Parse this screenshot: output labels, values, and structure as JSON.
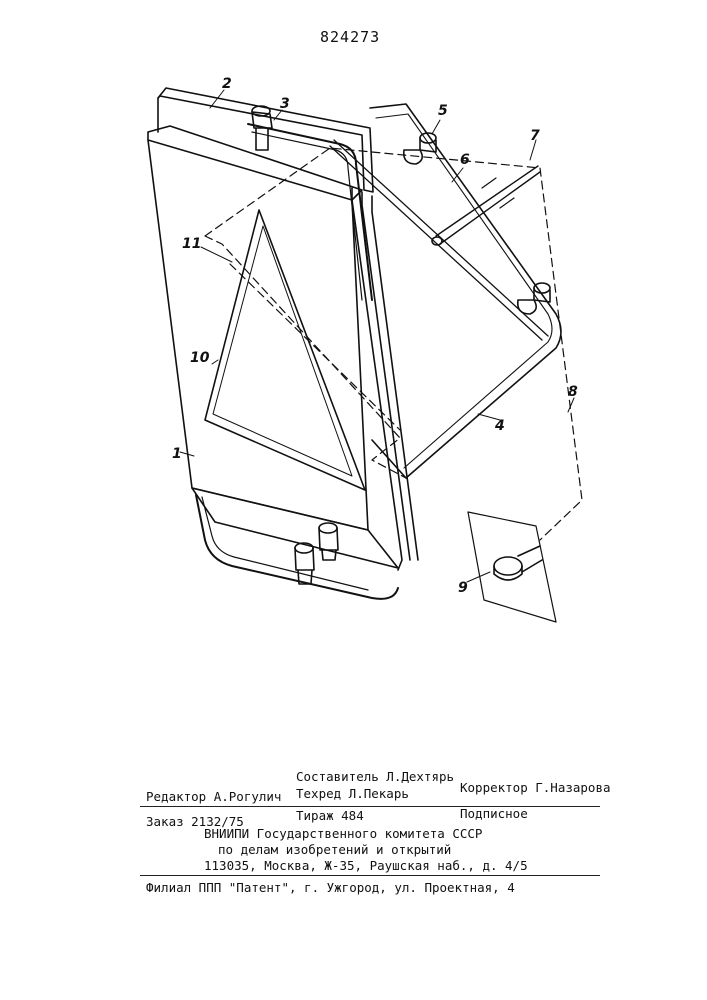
{
  "patent_number": "824273",
  "figure": {
    "labels": {
      "l1": "1",
      "l2": "2",
      "l3": "3",
      "l4": "4",
      "l5": "5",
      "l6": "6",
      "l7": "7",
      "l8": "8",
      "l9": "9",
      "l10": "10",
      "l11": "11"
    }
  },
  "colophon": {
    "compiler": "Составитель Л.Дехтярь",
    "editor": "Редактор А.Рогулич",
    "tech_editor": "Техред Л.Пекарь",
    "corrector": "Корректор Г.Назарова",
    "order": "Заказ 2132/75",
    "circulation": "Тираж 484",
    "subscription": "Подписное",
    "org_line1": "ВНИИПИ Государственного комитета СССР",
    "org_line2": "по делам изобретений и открытий",
    "org_address": "113035, Москва, Ж-35, Раушская наб., д. 4/5",
    "branch": "Филиал ППП \"Патент\", г. Ужгород, ул. Проектная, 4"
  }
}
